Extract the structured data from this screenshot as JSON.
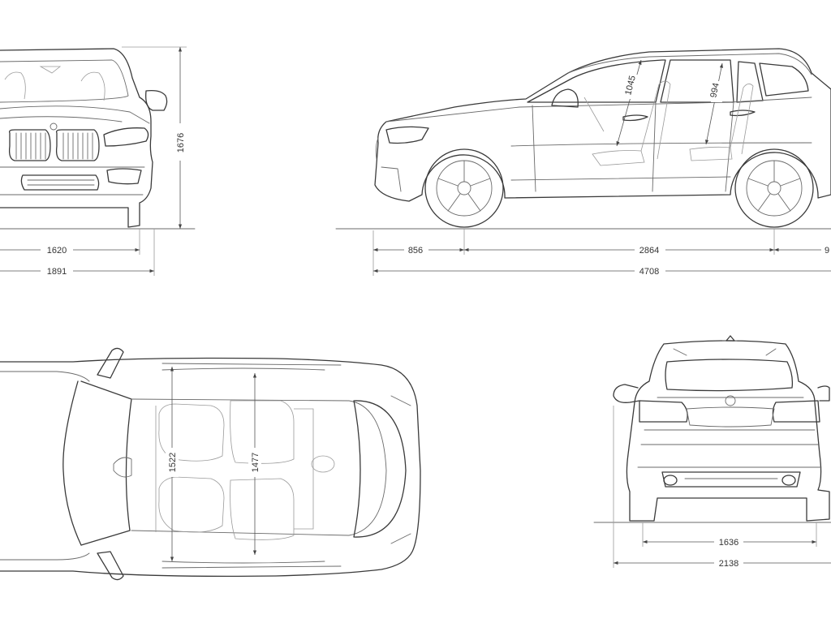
{
  "dimensions": {
    "front": {
      "track": "1620",
      "width": "1891",
      "height": "1676"
    },
    "side": {
      "front_overhang": "856",
      "wheelbase": "2864",
      "rear_overhang": "9",
      "length": "4708",
      "front_headroom": "1045",
      "rear_headroom": "994"
    },
    "top": {
      "front_interior_width": "1522",
      "rear_interior_width": "1477"
    },
    "rear": {
      "track": "1636",
      "width": "2138"
    }
  }
}
